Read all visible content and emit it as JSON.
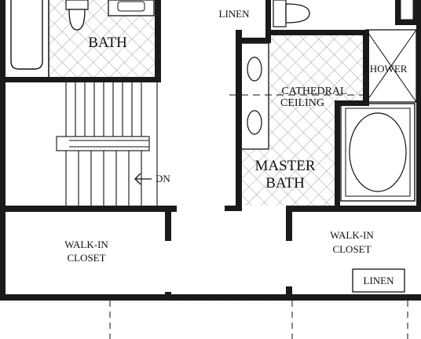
{
  "rooms": {
    "bath": "BATH",
    "linen_top": "LINEN",
    "shower": "SHOWER",
    "cathedral_1": "CATHEDRAL",
    "cathedral_2": "CEILING",
    "master_1": "MASTER",
    "master_2": "BATH",
    "dn": "DN",
    "walkin_left_1": "WALK-IN",
    "walkin_left_2": "CLOSET",
    "walkin_right_1": "WALK-IN",
    "walkin_right_2": "CLOSET",
    "linen_bottom": "LINEN"
  }
}
